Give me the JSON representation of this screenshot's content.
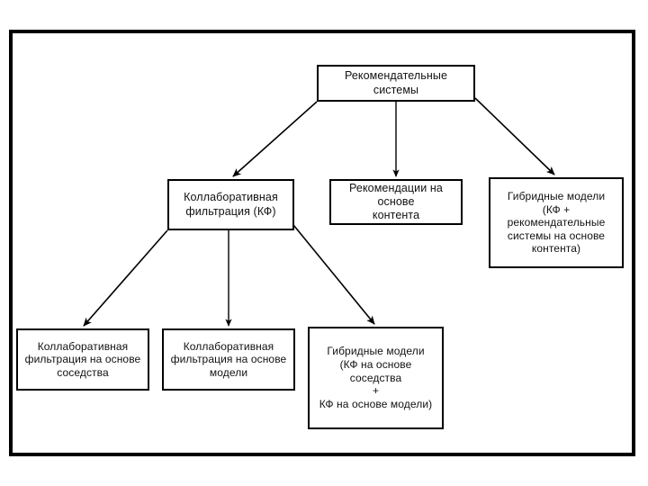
{
  "diagram": {
    "type": "hierarchy-tree",
    "title": "",
    "language": "ru",
    "colors": {
      "background": "#ffffff",
      "frame_border": "#000000",
      "node_border": "#000000",
      "node_fill": "#ffffff",
      "text": "#111111",
      "connector": "#000000"
    },
    "nodes": [
      {
        "id": "root",
        "label": "Рекомендательные системы",
        "level": 0
      },
      {
        "id": "cf",
        "label": "Коллаборативная\nфильтрация (КФ)",
        "level": 1
      },
      {
        "id": "content",
        "label": "Рекомендации на основе\nконтента",
        "level": 1
      },
      {
        "id": "hybrid",
        "label": "Гибридные модели\n(КФ + рекомендательные\nсистемы на основе\nконтента)",
        "level": 1
      },
      {
        "id": "cf_neighborhood",
        "label": "Коллаборативная\nфильтрация на основе\nсоседства",
        "level": 2
      },
      {
        "id": "cf_model",
        "label": "Коллаборативная\nфильтрация на основе\nмодели",
        "level": 2
      },
      {
        "id": "hybrid_cf",
        "label": "Гибридные модели\n(КФ на основе соседства\n+\nКФ на основе модели)",
        "level": 2
      }
    ],
    "edges": [
      {
        "from": "root",
        "to": "cf",
        "style": "arrow-diagonal-left"
      },
      {
        "from": "root",
        "to": "content",
        "style": "arrow-vertical"
      },
      {
        "from": "root",
        "to": "hybrid",
        "style": "arrow-diagonal-right"
      },
      {
        "from": "cf",
        "to": "cf_neighborhood",
        "style": "arrow-diagonal-left"
      },
      {
        "from": "cf",
        "to": "cf_model",
        "style": "arrow-vertical"
      },
      {
        "from": "cf",
        "to": "hybrid_cf",
        "style": "arrow-diagonal-right"
      }
    ]
  }
}
